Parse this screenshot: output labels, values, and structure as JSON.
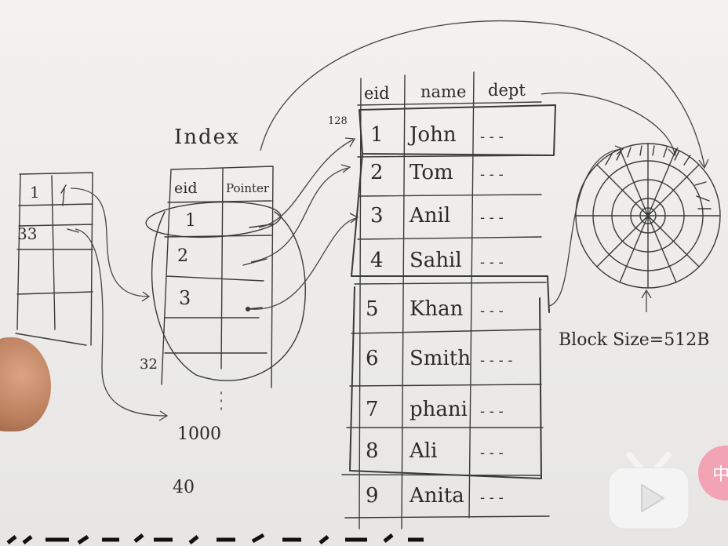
{
  "index_title": "Index",
  "index_headers": [
    "eid",
    "Pointer"
  ],
  "index_rows": [
    "1",
    "2",
    "3"
  ],
  "index_bottom_label": "32",
  "outer_rows": [
    "1",
    "33"
  ],
  "label_1000": "1000",
  "label_40": "40",
  "label_128": "128",
  "table_headers": [
    "eid",
    "name",
    "dept"
  ],
  "table_rows": [
    {
      "eid": "1",
      "name": "John",
      "dept": "- - -"
    },
    {
      "eid": "2",
      "name": "Tom",
      "dept": "- - -"
    },
    {
      "eid": "3",
      "name": "Anil",
      "dept": "- - -"
    },
    {
      "eid": "4",
      "name": "Sahil",
      "dept": "- - -"
    },
    {
      "eid": "5",
      "name": "Khan",
      "dept": "- - -"
    },
    {
      "eid": "6",
      "name": "Smith",
      "dept": "- - - -"
    },
    {
      "eid": "7",
      "name": "phani",
      "dept": "- - -"
    },
    {
      "eid": "8",
      "name": "Ali",
      "dept": "- - -"
    },
    {
      "eid": "9",
      "name": "Anita",
      "dept": "- - -"
    }
  ],
  "block_size_label": "Block Size=512B",
  "badge_text": "中",
  "colors": {
    "ink": "#2b2b2b",
    "watermark": "#f4f4f4",
    "badge": "#f2a3b4"
  }
}
